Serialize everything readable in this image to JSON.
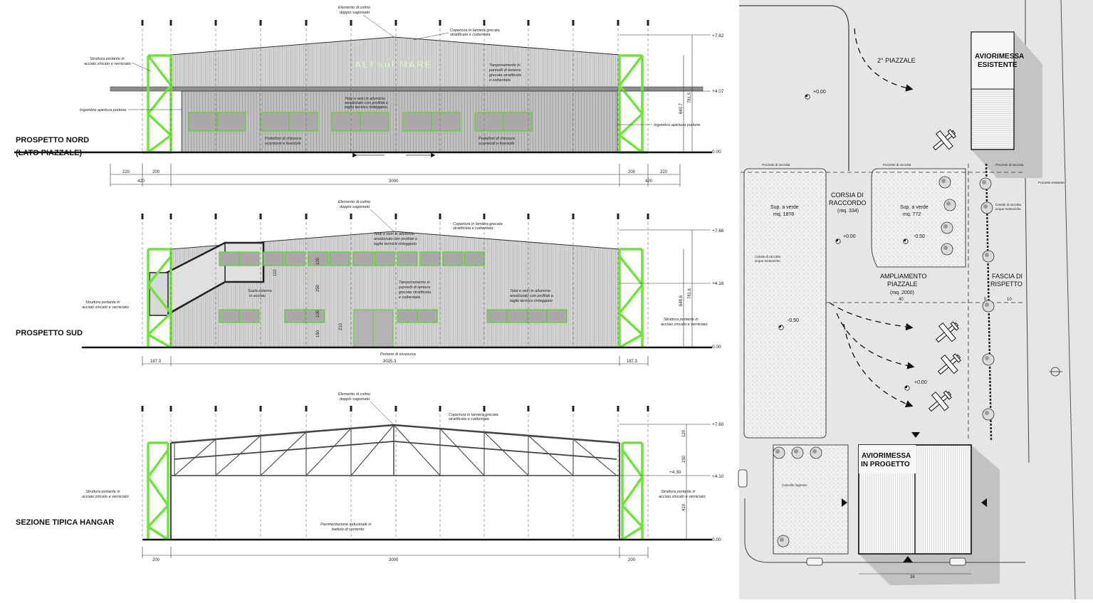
{
  "colors": {
    "frame": "#6fe43a",
    "panel_fill": "#c8c8c8",
    "window_fill": "#a9a9a9",
    "window_stroke": "#5fd12f",
    "plan_bg": "#e6e6e6",
    "shadow": "#bdbdbd",
    "line": "#333333"
  },
  "elev_north": {
    "title1": "PROSPETTO NORD",
    "title2": "(LATO PIAZZALE)",
    "ridge_note1": "Elemento di colmo",
    "ridge_note2": "doppio sagomato",
    "roof_note1": "Copertura in lamiera grecata",
    "roof_note2": "stratificata e coibentata",
    "struct_note1": "Struttura portante in",
    "struct_note2": "acciaio zincato e verniciato",
    "ingombro_left": "Ingombro apertura portone",
    "ingombro_right": "Ingombro apertura portone",
    "glass_note1": "Telai e vetri in alluminio",
    "glass_note2": "anodizzato con profilati a",
    "glass_note3": "taglio termico rinteggiato",
    "tamp_note1": "Tamponamento in",
    "tamp_note2": "pannelli di lamiera",
    "tamp_note3": "grecata stratificata",
    "tamp_note4": "e coibentata",
    "door_note1": "Portelloni di chiusura",
    "door_note2": "scorrevoli e freestyle",
    "sign": "ALI sul MARE",
    "levels": [
      "+7.82",
      "+4.07",
      "0.00"
    ],
    "height_dim": "640.7",
    "height_dim2": "781.5",
    "dims_top": [
      "220",
      "200",
      "200",
      "220"
    ],
    "dims_bottom": [
      "420",
      "3000",
      "420"
    ]
  },
  "elev_south": {
    "title": "PROSPETTO SUD",
    "ridge_note1": "Elemento di colmo",
    "ridge_note2": "doppio sagomato",
    "roof_note1": "Copertura in lamiera grecata",
    "roof_note2": "stratificata e coibentata",
    "glass_note1": "Telai e vetri in alluminio",
    "glass_note2": "anodizzato con profilati a",
    "glass_note3": "taglio termico rinteggiato",
    "tamp_note1": "Tamponamento in",
    "tamp_note2": "pannelli di lamiera",
    "tamp_note3": "grecata stratificata",
    "tamp_note4": "e coibentata",
    "glass2_note1": "Telai e vetri in alluminio",
    "glass2_note2": "anodizzato con profilati a",
    "glass2_note3": "taglio termico rinteggiato",
    "stair_note1": "Scala esterna",
    "stair_note2": "in acciaio",
    "struct_left1": "Struttura portante in",
    "struct_left2": "acciaio zincato e verniciato",
    "struct_right1": "Struttura portante in",
    "struct_right2": "acciaio zincato e verniciato",
    "door_note": "Portone di sicurezza",
    "levels": [
      "+7.66",
      "+4.16",
      "0.00"
    ],
    "height_dim": "648.6",
    "height_dim2": "781.6",
    "inner_dims": [
      "110",
      "100",
      "250",
      "100",
      "150",
      "210"
    ],
    "dims": [
      "187.3",
      "3025.3",
      "187.3"
    ]
  },
  "section": {
    "title": "SEZIONE TIPICA HANGAR",
    "ridge_note1": "Elemento di colmo",
    "ridge_note2": "doppio sagomato",
    "roof_note1": "Copertura in lamiera grecata",
    "roof_note2": "stratificata e coibentata",
    "struct_left1": "Struttura portante in",
    "struct_left2": "acciaio zincato e verniciato",
    "struct_right1": "Struttura portante in",
    "struct_right2": "acciaio zincato e verniciato",
    "floor_note1": "Pavimentazione industriale in",
    "floor_note2": "battuto di cemento",
    "levels": [
      "+7.60",
      "+4.10",
      "0.00"
    ],
    "mid_level": "+4.30",
    "right_dims": [
      "120",
      "230",
      "410"
    ],
    "dims": [
      "200",
      "3000",
      "200"
    ]
  },
  "site": {
    "piazzale2": "2° PIAZZALE",
    "aviorimessa_esistente1": "AVIORIMESSA",
    "aviorimessa_esistente2": "ESISTENTE",
    "corsia1": "CORSIA DI",
    "corsia2": "RACCORDO",
    "corsia3": "(mq. 334)",
    "sup_left1": "Sup. a verde",
    "sup_left2": "mq. 1878",
    "sup_right1": "Sup. a verde",
    "sup_right2": "mq. 772",
    "ampliamento1": "AMPLIAMENTO",
    "ampliamento2": "PIAZZALE",
    "ampliamento3": "(mq. 2000)",
    "fascia1": "FASCIA DI",
    "fascia2": "RISPETTO",
    "aviorimessa_progetto1": "AVIORIMESSA",
    "aviorimessa_progetto2": "IN PROGETTO",
    "level_top": "+0.00",
    "level_mid": "+0.00",
    "level_b": "-0.50",
    "level_c": "-0.50",
    "level_d": "+0.00",
    "dim_40": "40",
    "dim_10": "10",
    "dim_5": "5",
    "dim_34": "34",
    "pozzetto1": "Pozzetto di raccolta",
    "pozzetto2": "Pozzetto di raccolta",
    "pozzetto3": "Pozzetto di raccolta",
    "pozzetto4": "Pozzetto esistente",
    "canale1": "Canale di raccolta",
    "canale2": "acque meteoriche",
    "cancello": "Cancello ingresso"
  }
}
